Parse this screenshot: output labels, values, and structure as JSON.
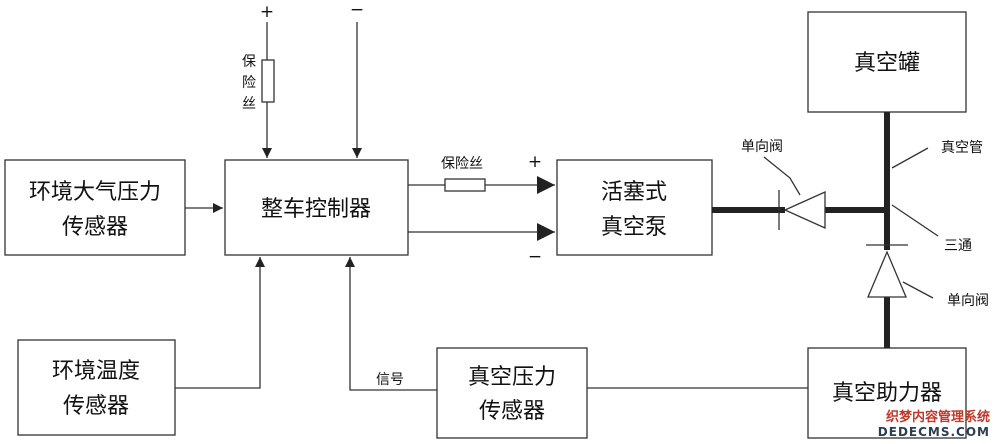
{
  "blocks": {
    "ambient_pressure_sensor": [
      "环境大气压力",
      "传感器"
    ],
    "vehicle_controller": "整车控制器",
    "piston_pump": [
      "活塞式",
      "真空泵"
    ],
    "vacuum_tank": "真空罐",
    "ambient_temp_sensor": [
      "环境温度",
      "传感器"
    ],
    "vacuum_pressure_sensor": [
      "真空压力",
      "传感器"
    ],
    "vacuum_booster": "真空助力器"
  },
  "labels": {
    "fuse_vertical": [
      "保",
      "险",
      "丝"
    ],
    "fuse_horizontal": "保险丝",
    "plus": "+",
    "minus": "−",
    "check_valve_top": "单向阀",
    "check_valve_bottom": "单向阀",
    "vacuum_pipe": "真空管",
    "tee": "三通",
    "signal": "信号"
  },
  "watermark": {
    "text": "织梦内容管理系统",
    "sub": "DEDECMS.COM"
  }
}
